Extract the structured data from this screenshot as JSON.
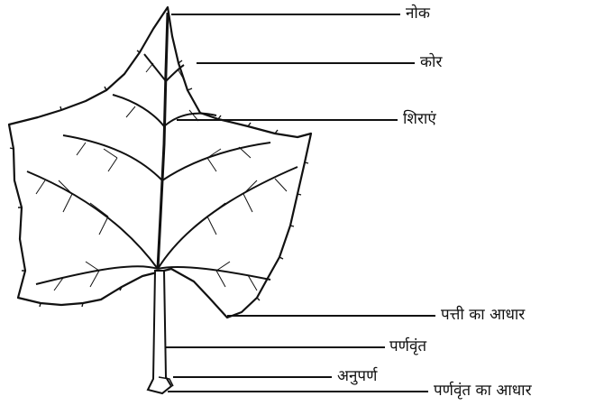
{
  "labels": {
    "apex": "नोक",
    "margin": "कोर",
    "veins": "शिराएं",
    "leaf_base": "पत्ती का आधार",
    "petiole": "पर्णवृंत",
    "stipule": "अनुपर्ण",
    "petiole_base": "पर्णवृंत का आधार"
  }
}
